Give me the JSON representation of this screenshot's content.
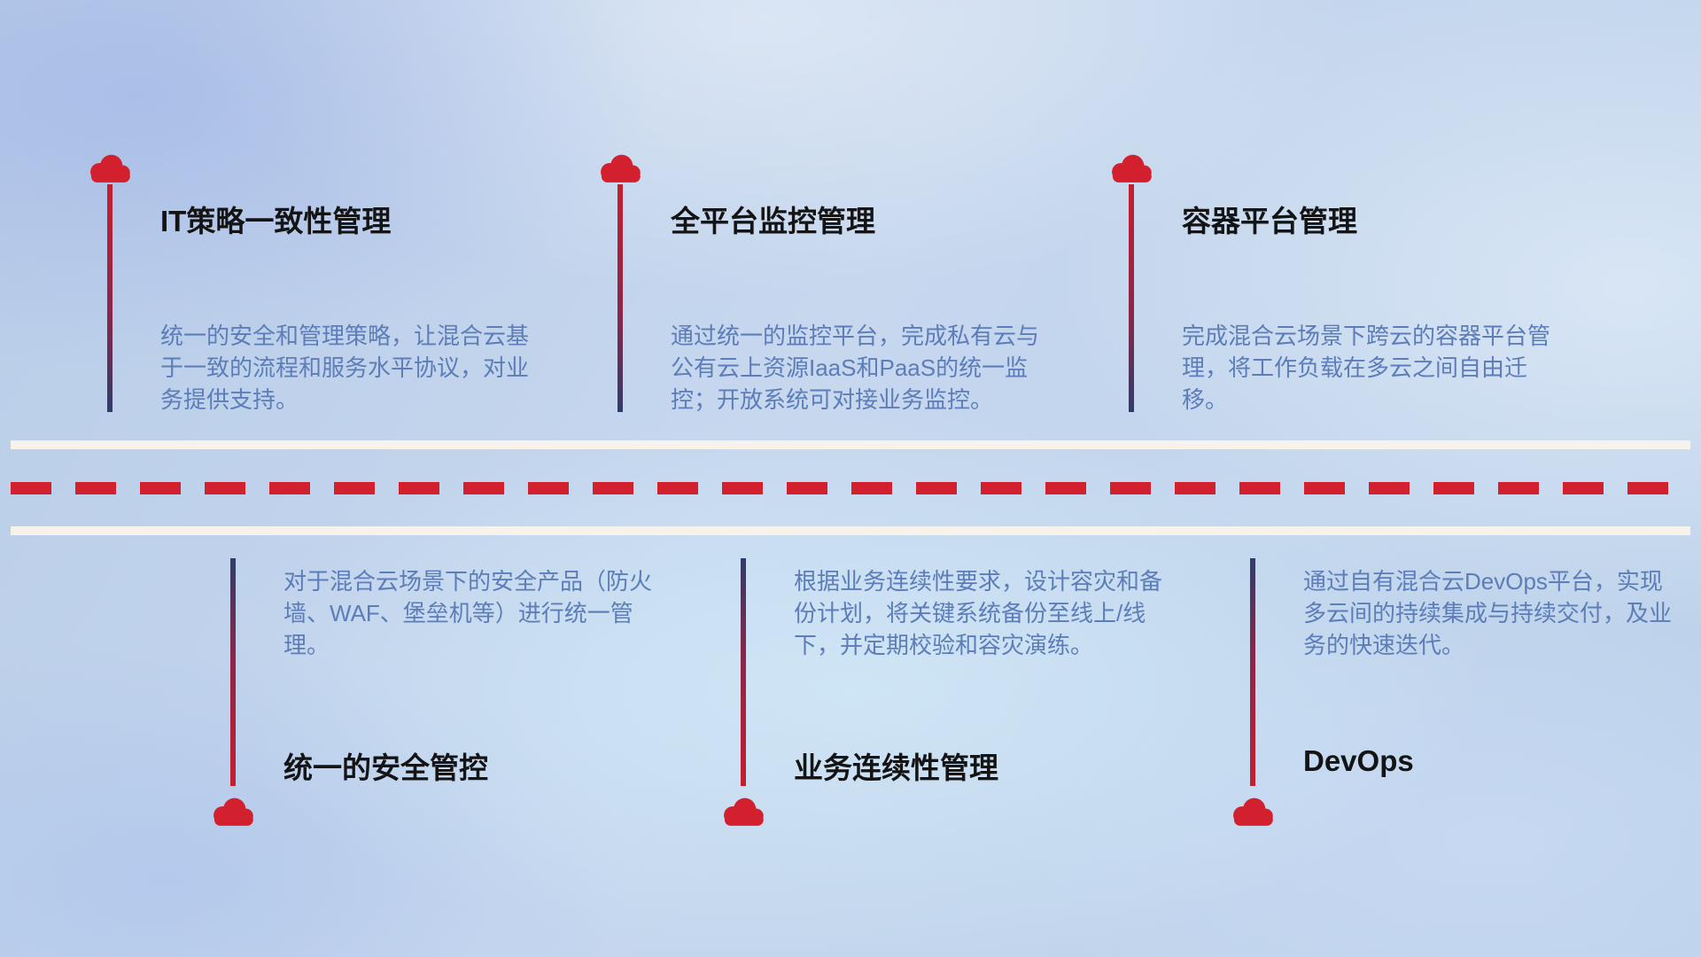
{
  "colors": {
    "accent_red": "#d2202e",
    "navy": "#2f3c6a",
    "title_color": "#141414",
    "desc_blue": "#5c7db8",
    "road_line": "#f7f3ec"
  },
  "icons": {
    "cloud": "cloud-icon"
  },
  "top_items": [
    {
      "title": "IT策略一致性管理",
      "description": "统一的安全和管理策略，让混合云基于一致的流程和服务水平协议，对业务提供支持。"
    },
    {
      "title": "全平台监控管理",
      "description": "通过统一的监控平台，完成私有云与公有云上资源IaaS和PaaS的统一监控；开放系统可对接业务监控。"
    },
    {
      "title": "容器平台管理",
      "description": "完成混合云场景下跨云的容器平台管理，将工作负载在多云之间自由迁移。"
    }
  ],
  "bottom_items": [
    {
      "title": "统一的安全管控",
      "description": "对于混合云场景下的安全产品（防火墙、WAF、堡垒机等）进行统一管理。"
    },
    {
      "title": "业务连续性管理",
      "description": "根据业务连续性要求，设计容灾和备份计划，将关键系统备份至线上/线下，并定期校验和容灾演练。"
    },
    {
      "title": "DevOps",
      "description": "通过自有混合云DevOps平台，实现多云间的持续集成与持续交付，及业务的快速迭代。"
    }
  ]
}
